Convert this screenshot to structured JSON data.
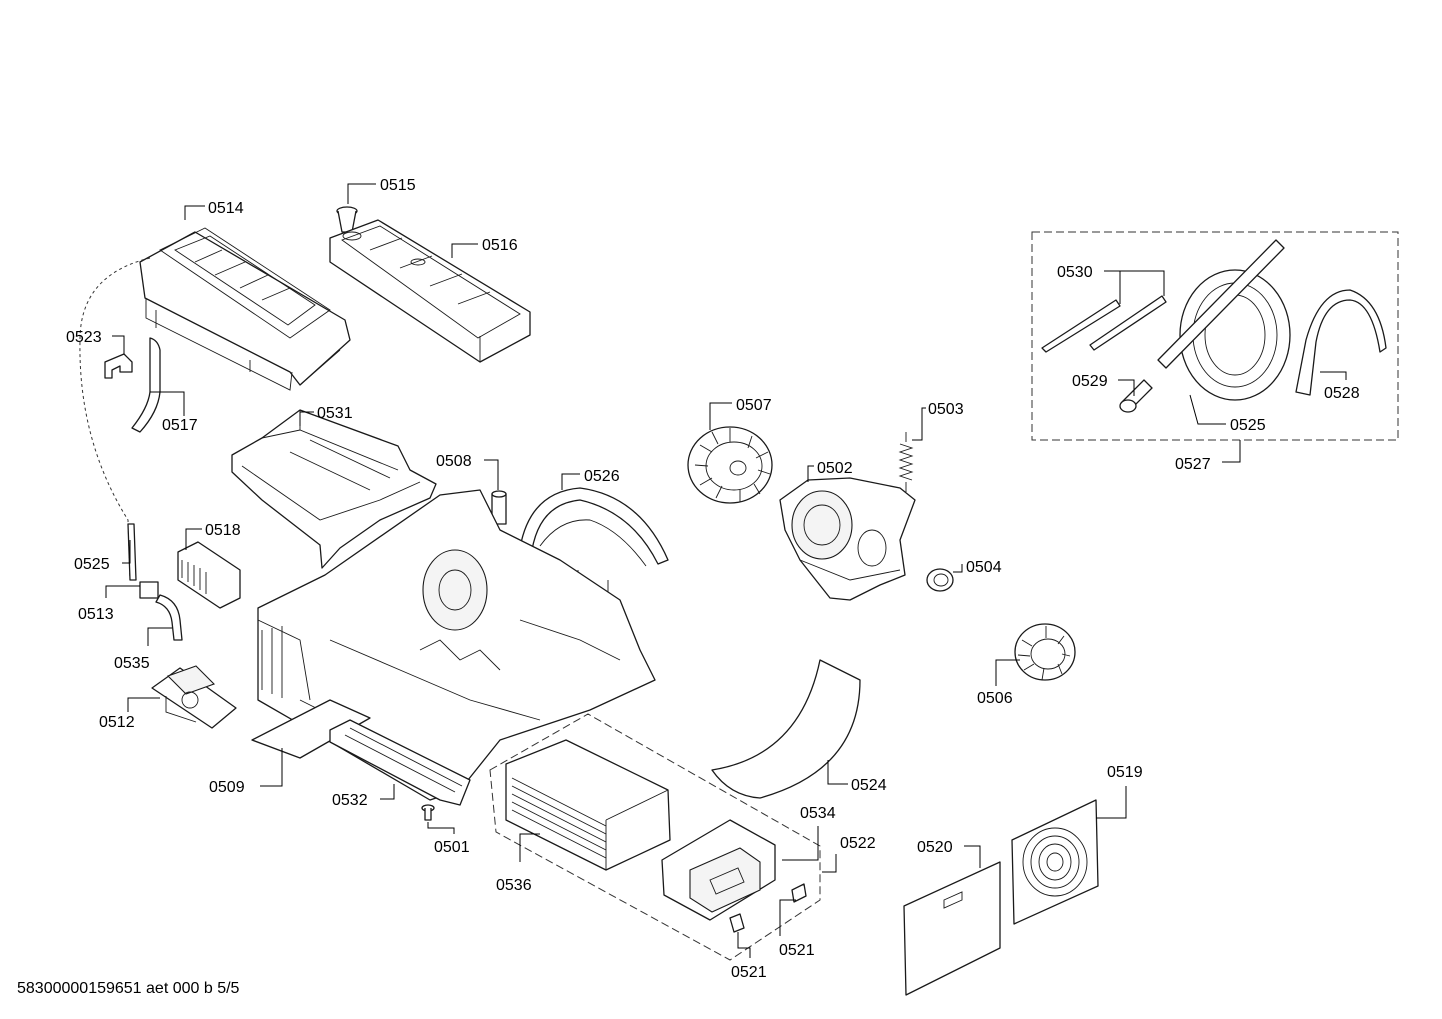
{
  "diagram": {
    "footer": "58300000159651 aet 000 b 5/5",
    "labels": [
      "0514",
      "0515",
      "0516",
      "0523",
      "0517",
      "0531",
      "0508",
      "0526",
      "0507",
      "0503",
      "0502",
      "0504",
      "0506",
      "0518",
      "0525",
      "0513",
      "0535",
      "0512",
      "0509",
      "0532",
      "0501",
      "0536",
      "0534",
      "0522",
      "0521",
      "0521",
      "0524",
      "0520",
      "0519",
      "0530",
      "0529",
      "0528",
      "0525",
      "0527"
    ]
  }
}
